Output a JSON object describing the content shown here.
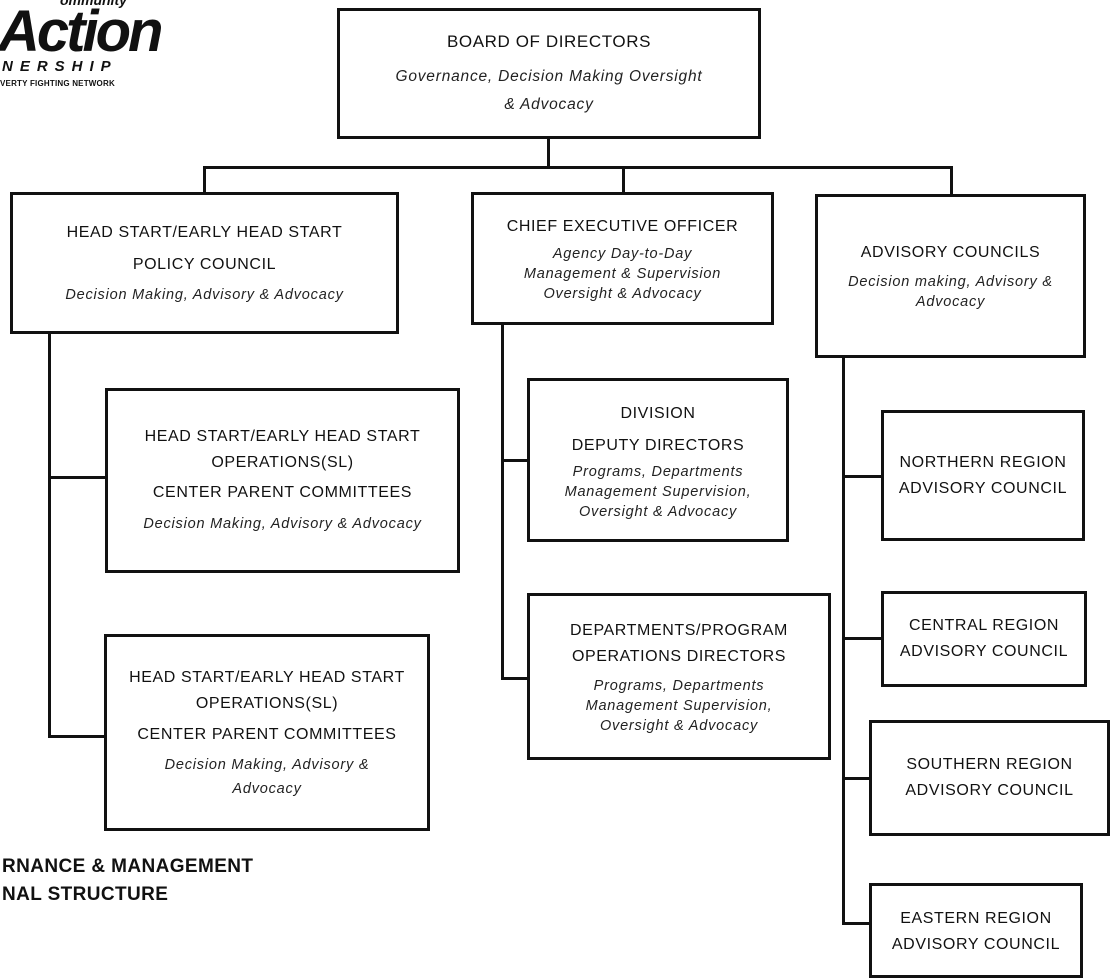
{
  "logo": {
    "top_fragment": "ommunity",
    "wordmark": "Action",
    "subline": "NERSHIP",
    "tagline": "VERTY FIGHTING NETWORK"
  },
  "page_title": {
    "line1": "RNANCE & MANAGEMENT",
    "line2": "NAL  STRUCTURE"
  },
  "nodes": {
    "board": {
      "title": "BOARD OF DIRECTORS",
      "desc1": "Governance, Decision Making Oversight",
      "desc2": "& Advocacy"
    },
    "policy_council": {
      "title1": "HEAD START/EARLY  HEAD START",
      "title2": "POLICY COUNCIL",
      "desc1": "Decision Making, Advisory & Advocacy"
    },
    "ceo": {
      "title": "CHIEF  EXECUTIVE  OFFICER",
      "desc1": "Agency Day-to-Day",
      "desc2": "Management & Supervision",
      "desc3": "Oversight & Advocacy"
    },
    "advisory": {
      "title": "ADVISORY COUNCILS",
      "desc1": "Decision making, Advisory &",
      "desc2": "Advocacy"
    },
    "hs_ops_1": {
      "title1": "HEAD START/EARLY  HEAD START",
      "title2": "OPERATIONS(SL)",
      "title3": "CENTER  PARENT COMMITTEES",
      "desc1": "Decision Making, Advisory & Advocacy"
    },
    "hs_ops_2": {
      "title1": "HEAD START/EARLY  HEAD START",
      "title2": "OPERATIONS(SL)",
      "title3": "CENTER PARENT COMMITTEES",
      "desc1": "Decision Making, Advisory &",
      "desc2": "Advocacy"
    },
    "division": {
      "title1": "DIVISION",
      "title2": "DEPUTY DIRECTORS",
      "desc1": "Programs, Departments",
      "desc2": "Management Supervision,",
      "desc3": "Oversight & Advocacy"
    },
    "departments": {
      "title1": "DEPARTMENTS/PROGRAM",
      "title2": "OPERATIONS DIRECTORS",
      "desc1": "Programs, Departments",
      "desc2": "Management Supervision,",
      "desc3": "Oversight & Advocacy"
    },
    "northern": {
      "title1": "NORTHERN REGION",
      "title2": "ADVISORY COUNCIL"
    },
    "central": {
      "title1": "CENTRAL REGION",
      "title2": "ADVISORY COUNCIL"
    },
    "southern": {
      "title1": "SOUTHERN  REGION",
      "title2": "ADVISORY COUNCIL"
    },
    "eastern": {
      "title1": "EASTERN  REGION",
      "title2": "ADVISORY COUNCIL"
    }
  }
}
